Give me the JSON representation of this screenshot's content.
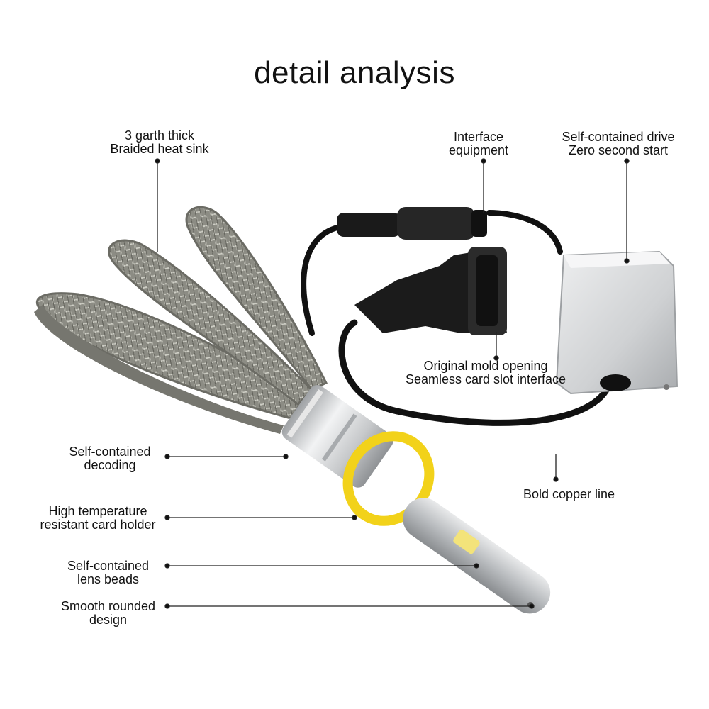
{
  "title": "detail analysis",
  "labels": {
    "heat_sink": [
      "3 garth thick",
      "Braided heat sink"
    ],
    "interface": [
      "Interface",
      "equipment"
    ],
    "drive": [
      "Self-contained drive",
      "Zero second start"
    ],
    "mold": [
      "Original mold opening",
      "Seamless card slot interface"
    ],
    "decoding": [
      "Self-contained",
      "decoding"
    ],
    "card_holder": [
      "High temperature",
      "resistant card holder"
    ],
    "lens_beads": [
      "Self-contained",
      "lens beads"
    ],
    "rounded": [
      "Smooth rounded",
      "design"
    ],
    "copper": [
      "Bold copper line"
    ]
  },
  "colors": {
    "braid": "#8a8a80",
    "aluminum": "#c9cbcd",
    "ring": "#f2d21a",
    "cable": "#111111"
  }
}
